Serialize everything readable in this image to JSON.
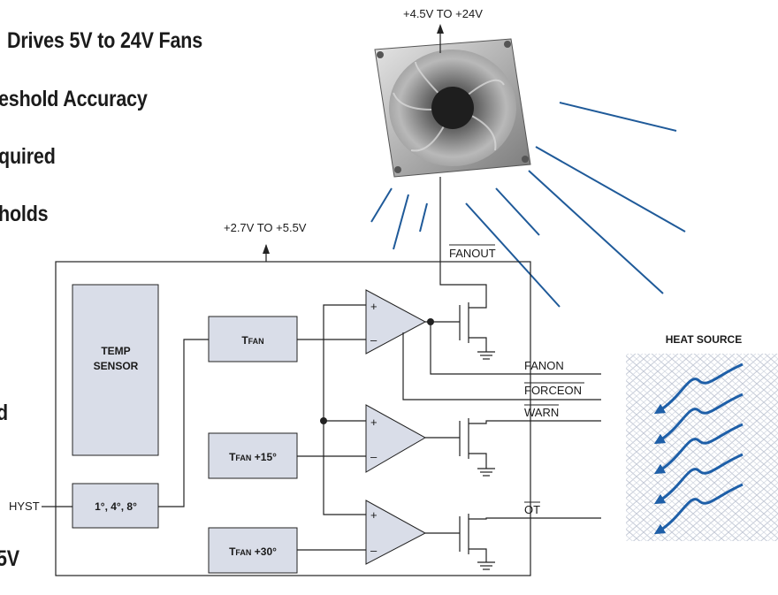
{
  "slide_text": {
    "line1": "Drives 5V to 24V Fans",
    "line2": "eshold Accuracy",
    "line3": "quired",
    "line4": "holds",
    "line5": "d",
    "line6": "5V"
  },
  "diagram": {
    "fan_supply": "+4.5V TO +24V",
    "ic_supply": "+2.7V TO +5.5V",
    "temp_sensor": [
      "TEMP",
      "SENSOR"
    ],
    "tfan": {
      "main": "T",
      "sub": "FAN"
    },
    "tfan15": {
      "main": "T",
      "sub": "FAN",
      "suffix": " +15°"
    },
    "tfan30": {
      "main": "T",
      "sub": "FAN",
      "suffix": " +30°"
    },
    "hyst_block": "1°, 4°, 8°",
    "hyst_pin": "HYST",
    "fanout": "FANOUT",
    "fanon": "FANON",
    "forceon": "FORCEON",
    "warn": "WARN",
    "ot": "OT",
    "heat_source": "HEAT SOURCE",
    "plus": "+",
    "minus": "–"
  },
  "colors": {
    "wire": "#222222",
    "block_fill": "#d9dde8",
    "ray": "#1f5a99",
    "heat_arrow": "#1e5fa8",
    "heat_mesh": "#c4cad6"
  }
}
